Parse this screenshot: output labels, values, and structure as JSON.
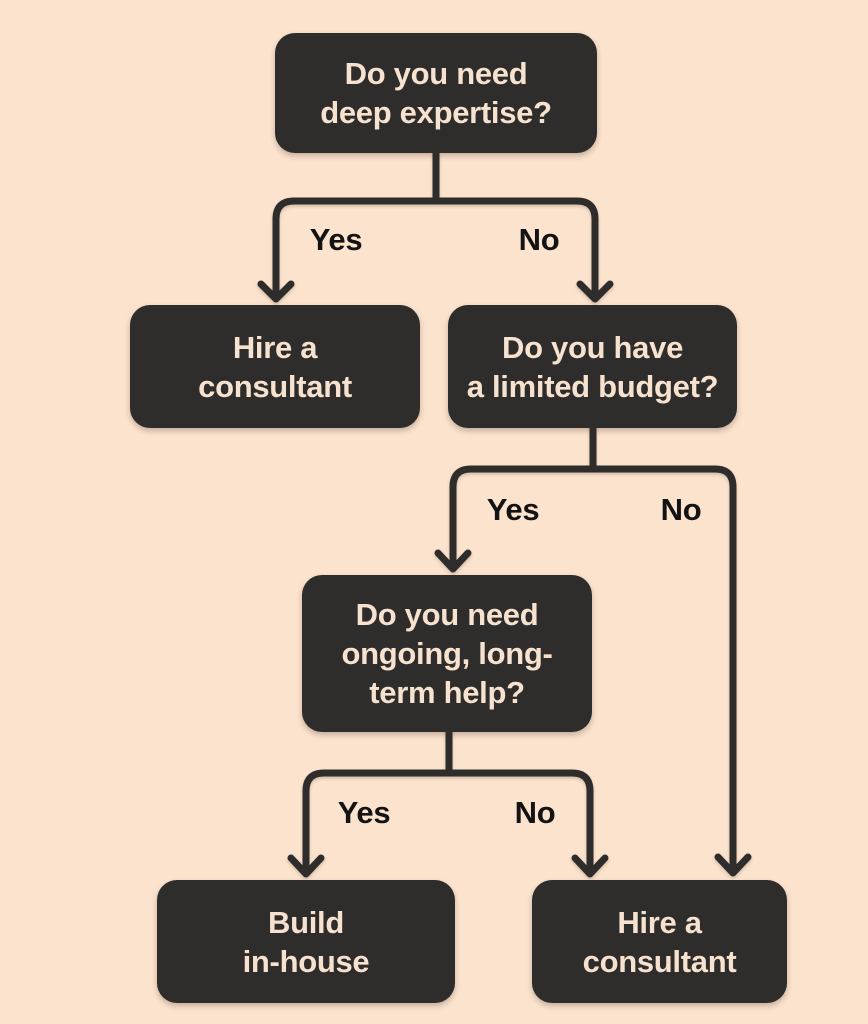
{
  "figure": {
    "type": "flowchart",
    "description": "Decision tree for choosing between hiring a consultant and building in-house"
  },
  "colors": {
    "background": "#FCE3CE",
    "node_fill": "#2E2D2B",
    "node_text": "#F6E2CF",
    "connector": "#2E2D2B",
    "branch_label_text": "#131313"
  },
  "nodes": {
    "q_expertise": {
      "line1": "Do you need",
      "line2": "deep expertise?"
    },
    "hire_consultant_left": {
      "line1": "Hire a",
      "line2": "consultant"
    },
    "q_budget": {
      "line1": "Do you have",
      "line2": "a limited budget?"
    },
    "q_ongoing": {
      "line1": "Do you need",
      "line2": "ongoing, long-",
      "line3": "term help?"
    },
    "build_in_house": {
      "line1": "Build",
      "line2": "in-house"
    },
    "hire_consultant_right": {
      "line1": "Hire a",
      "line2": "consultant"
    }
  },
  "branch_labels": {
    "expertise_yes": "Yes",
    "expertise_no": "No",
    "budget_yes": "Yes",
    "budget_no": "No",
    "ongoing_yes": "Yes",
    "ongoing_no": "No"
  }
}
